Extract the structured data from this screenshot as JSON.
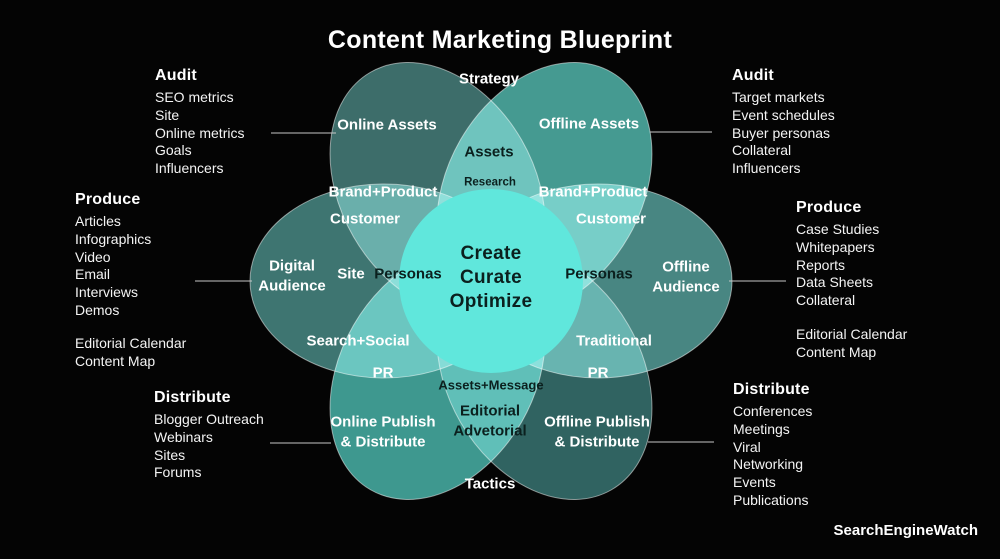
{
  "title": "Content Marketing Blueprint",
  "watermark": "SearchEngineWatch",
  "colors": {
    "background": "#040404",
    "petal_online_assets": "#3a6b68",
    "petal_offline_assets": "#42988f",
    "petal_digital_audience": "#3b736f",
    "petal_offline_audience": "#458480",
    "petal_online_publish": "#3b968d",
    "petal_offline_publish": "#2d615e",
    "center_circle": "#60e7dc",
    "text_light": "#ffffff",
    "text_dark": "#0b201e",
    "connector_line": "#c6c6c6"
  },
  "annotations": {
    "left": {
      "audit": {
        "heading": "Audit",
        "items": [
          "SEO metrics",
          "Site",
          "Online metrics",
          "Goals",
          "Influencers"
        ]
      },
      "produce": {
        "heading": "Produce",
        "items": [
          "Articles",
          "Infographics",
          "Video",
          "Email",
          "Interviews",
          "Demos"
        ],
        "extra": [
          "Editorial Calendar",
          "Content Map"
        ]
      },
      "distribute": {
        "heading": "Distribute",
        "items": [
          "Blogger Outreach",
          "Webinars",
          "Sites",
          "Forums"
        ]
      }
    },
    "right": {
      "audit": {
        "heading": "Audit",
        "items": [
          "Target markets",
          "Event schedules",
          "Buyer personas",
          "Collateral",
          "Influencers"
        ]
      },
      "produce": {
        "heading": "Produce",
        "items": [
          "Case Studies",
          "Whitepapers",
          "Reports",
          "Data Sheets",
          "Collateral"
        ],
        "extra": [
          "Editorial Calendar",
          "Content Map"
        ]
      },
      "distribute": {
        "heading": "Distribute",
        "items": [
          "Conferences",
          "Meetings",
          "Viral",
          "Networking",
          "Events",
          "Publications"
        ]
      }
    }
  },
  "diagram": {
    "top_label": "Strategy",
    "bottom_label": "Tactics",
    "petals": {
      "online_assets": "Online Assets",
      "offline_assets": "Offline Assets",
      "digital_audience": {
        "line1": "Digital",
        "line2": "Audience"
      },
      "offline_audience": {
        "line1": "Offline",
        "line2": "Audience"
      },
      "online_publish": {
        "line1": "Online Publish",
        "line2": "& Distribute"
      },
      "offline_publish": {
        "line1": "Offline Publish",
        "line2": "& Distribute"
      }
    },
    "overlaps": {
      "assets": "Assets",
      "research": "Research",
      "brand_product_left": "Brand+Product",
      "brand_product_right": "Brand+Product",
      "customer_left": "Customer",
      "customer_right": "Customer",
      "site": "Site",
      "personas_left": "Personas",
      "personas_right": "Personas",
      "search_social": "Search+Social",
      "traditional": "Traditional",
      "pr_left": "PR",
      "pr_right": "PR",
      "assets_message": "Assets+Message",
      "editorial": {
        "line1": "Editorial",
        "line2": "Advetorial"
      }
    },
    "center": {
      "line1": "Create",
      "line2": "Curate",
      "line3": "Optimize"
    }
  }
}
